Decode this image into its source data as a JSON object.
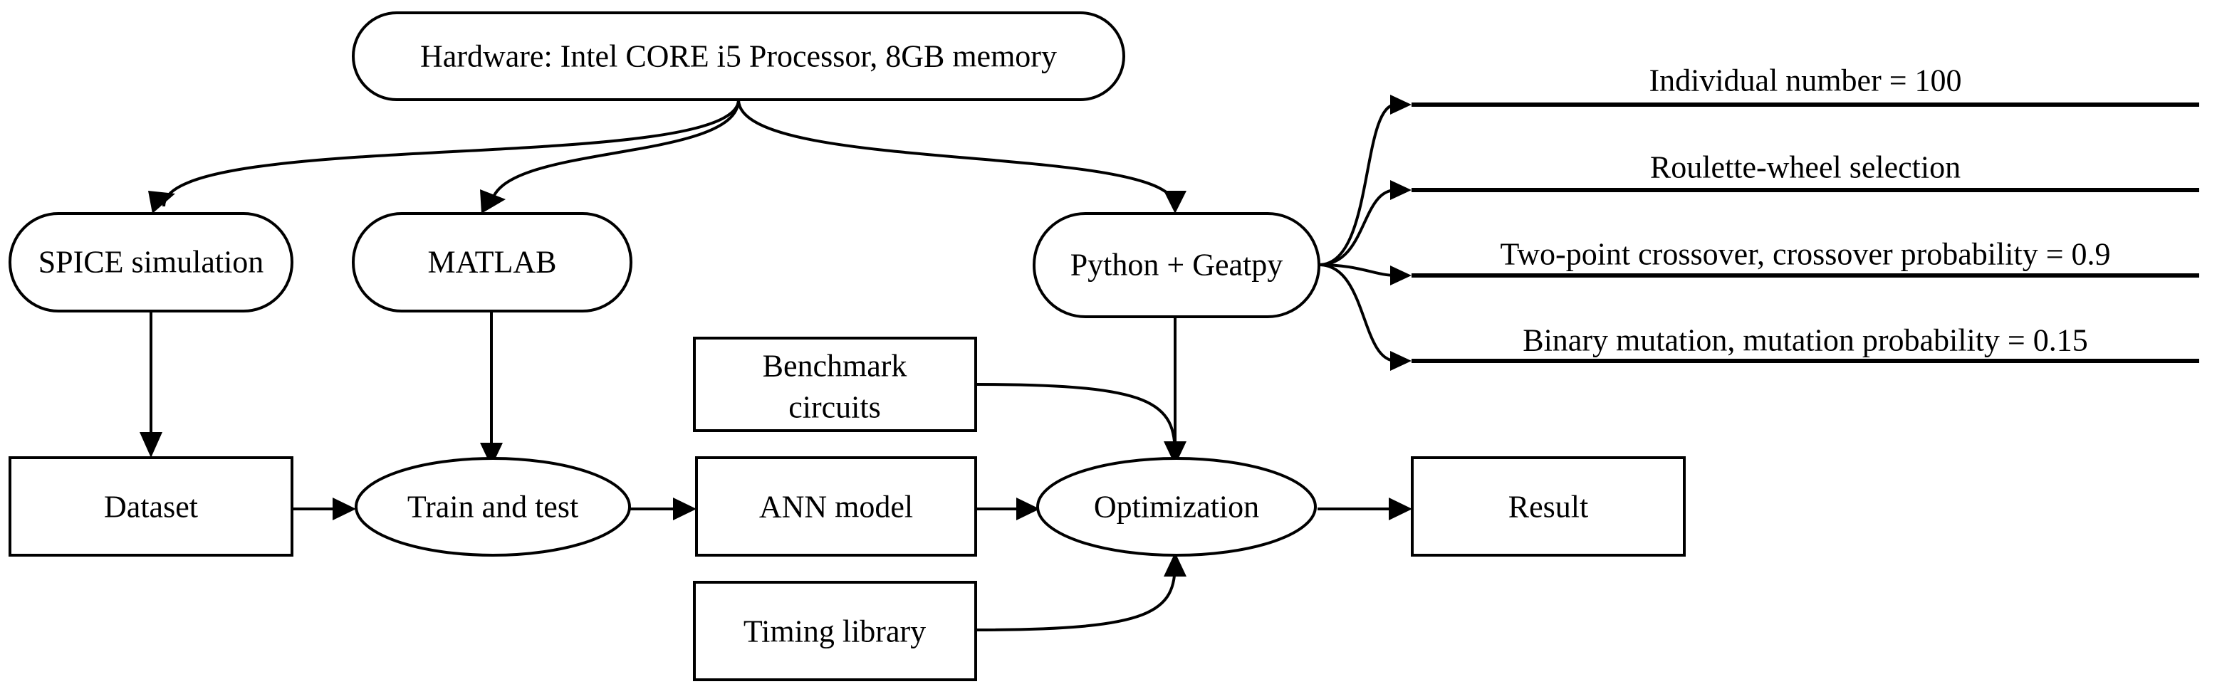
{
  "colors": {
    "stroke": "#000000",
    "background": "#ffffff"
  },
  "nodes": {
    "hardware": "Hardware: Intel CORE i5 Processor, 8GB memory",
    "spice": "SPICE simulation",
    "matlab": "MATLAB",
    "python": "Python + Geatpy",
    "benchmark_line1": "Benchmark",
    "benchmark_line2": "circuits",
    "dataset": "Dataset",
    "train_test": "Train and test",
    "ann_model": "ANN model",
    "optimization": "Optimization",
    "result": "Result",
    "timing_library": "Timing library"
  },
  "parameters": [
    "Individual number = 100",
    "Roulette-wheel selection",
    "Two-point crossover, crossover probability = 0.9",
    "Binary mutation, mutation probability = 0.15"
  ]
}
